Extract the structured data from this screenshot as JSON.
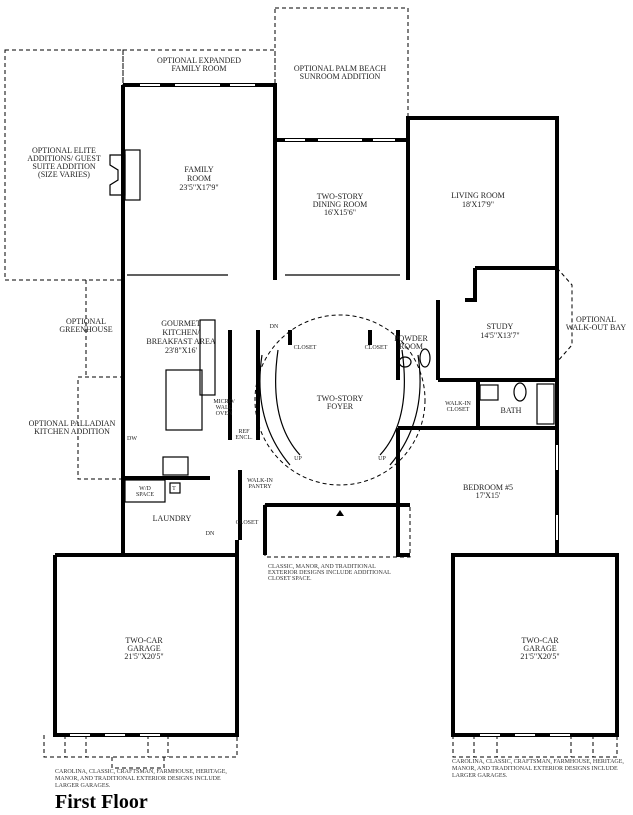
{
  "title": "First Floor",
  "rooms": {
    "elite": [
      "OPTIONAL ELITE",
      "ADDITIONS/ GUEST",
      "SUITE ADDITION",
      "(SIZE VARIES)"
    ],
    "expanded_family": [
      "OPTIONAL EXPANDED",
      "FAMILY ROOM"
    ],
    "palm_beach": [
      "OPTIONAL PALM BEACH",
      "SUNROOM ADDITION"
    ],
    "family": [
      "FAMILY",
      "ROOM",
      "23'5\"X17'9\""
    ],
    "dining": [
      "TWO-STORY",
      "DINING ROOM",
      "16'X15'6\""
    ],
    "living": [
      "LIVING ROOM",
      "18'X17'9\""
    ],
    "greenhouse": [
      "OPTIONAL",
      "GREENHOUSE"
    ],
    "kitchen": [
      "GOURMET",
      "KITCHEN/",
      "BREAKFAST AREA",
      "23'8\"X16'"
    ],
    "palladian": [
      "OPTIONAL PALLADIAN",
      "KITCHEN ADDITION"
    ],
    "study": [
      "STUDY",
      "14'5\"X13'7\""
    ],
    "walkout": [
      "OPTIONAL",
      "WALK-OUT BAY"
    ],
    "powder": [
      "POWDER",
      "ROOM"
    ],
    "foyer": [
      "TWO-STORY",
      "FOYER"
    ],
    "walkin_closet": [
      "WALK-IN",
      "CLOSET"
    ],
    "bath": "BATH",
    "bedroom": [
      "BEDROOM #5",
      "17'X15'"
    ],
    "micro": [
      "MICRO/",
      "WALL",
      "OVEN"
    ],
    "ref": [
      "REF",
      "ENCL."
    ],
    "dw": "DW",
    "wd": [
      "W/D",
      "SPACE"
    ],
    "t": "T",
    "pantry": [
      "WALK-IN",
      "PANTRY"
    ],
    "laundry": "LAUNDRY",
    "closet": "CLOSET",
    "dn": "DN",
    "up": "UP",
    "garage_left": [
      "TWO-CAR",
      "GARAGE",
      "21'5\"X20'5\""
    ],
    "garage_right": [
      "TWO-CAR",
      "GARAGE",
      "21'5\"X20'5\""
    ]
  },
  "notes": {
    "closet_note": [
      "CLASSIC, MANOR, AND TRADITIONAL",
      "EXTERIOR DESIGNS INCLUDE ADDITIONAL",
      "CLOSET SPACE."
    ],
    "garage_note_left": [
      "CAROLINA, CLASSIC, CRAFTSMAN, FARMHOUSE, HERITAGE,",
      "MANOR, AND TRADITIONAL EXTERIOR DESIGNS INCLUDE",
      "LARGER GARAGES."
    ],
    "garage_note_right": [
      "CAROLINA, CLASSIC, CRAFTSMAN, FARMHOUSE, HERITAGE,",
      "MANOR, AND TRADITIONAL EXTERIOR DESIGNS INCLUDE",
      "LARGER GARAGES."
    ]
  }
}
